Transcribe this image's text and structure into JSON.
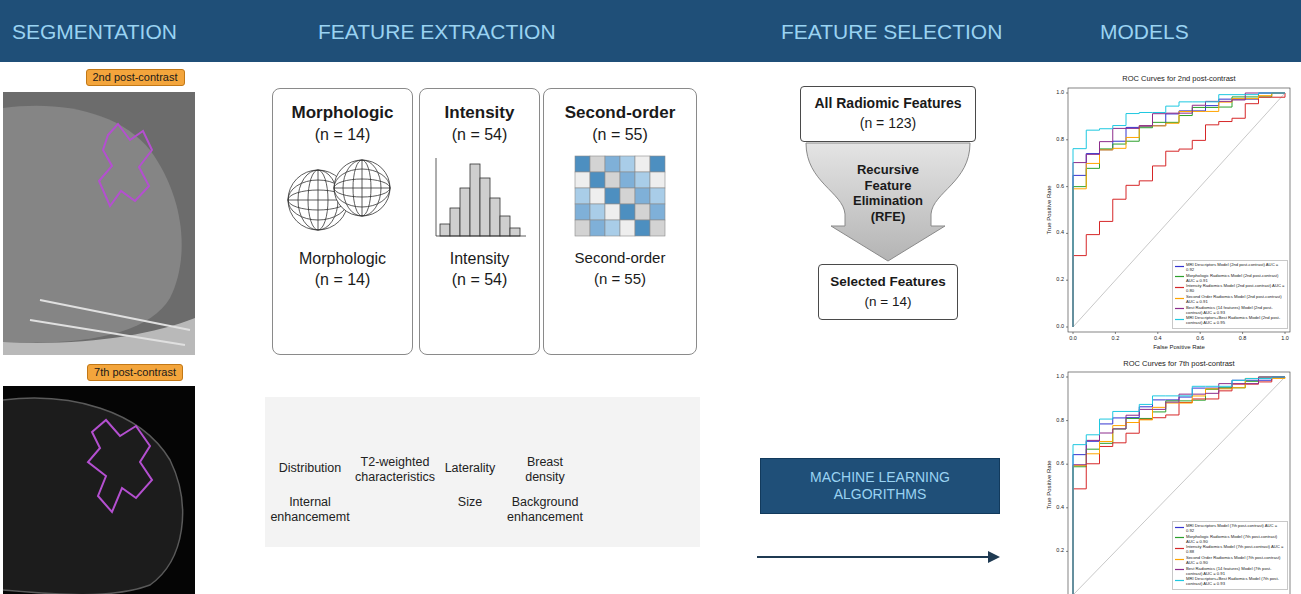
{
  "diagram": {
    "nodes": [
      {
        "text": [
          "SEGMENTATION",
          "FEATURE EXTRACTION",
          "FEATURE SELECTION",
          "MODELS"
        ]
      },
      {
        "text": [
          "2nd post-contrast"
        ]
      },
      {
        "text": [
          "7th post-contrast"
        ]
      },
      {
        "text": [
          "Morphologic",
          "(n = 14)",
          "Morphologic",
          "(n = 14)"
        ]
      },
      {
        "text": [
          "Intensity",
          "(n = 54)",
          "Intensity",
          "(n = 54)"
        ]
      },
      {
        "text": [
          "Second-order",
          "(n = 55)",
          "Second-order",
          "(n = 55)"
        ]
      },
      {
        "text": [
          "Distribution",
          "T2-weighted characteristics",
          "Laterality",
          "Breast density",
          "Internal enhancememt",
          "Size",
          "Background enhancement"
        ]
      },
      {
        "text": [
          "All Radiomic Features",
          "(n = 123)"
        ]
      },
      {
        "text": [
          "Recursive Feature Elimination (RFE)"
        ]
      },
      {
        "text": [
          "Selected Features",
          "(n = 14)"
        ]
      },
      {
        "text": [
          "MACHINE LEARNING ALGORITHMS"
        ]
      }
    ],
    "labels": [
      "ROC Curves for 2nd post-contrast",
      "True Positive Rate",
      "0.0",
      "0.2",
      "0.4",
      "0.6",
      "0.8",
      "1.0",
      "0.0",
      "0.2",
      "0.4",
      "0.6",
      "0.8",
      "1.0",
      "False Positive Rate",
      "ROC Curves for 7th post-contrast",
      "True Positive Rate",
      "0.2",
      "0.4",
      "0.6",
      "0.8",
      "1.0"
    ],
    "legend": [
      {
        "text": "MRI Descriptors Model (2nd post-contrast) AUC = 0.92"
      },
      {
        "text": "Morphologic Radiomics Model (2nd post-contrast) AUC = 0.91"
      },
      {
        "text": "Intensity Radiomics Model (2nd post-contrast) AUC = 0.80"
      },
      {
        "text": "Second Order Radiomics Model (2nd post-contrast) AUC = 0.91"
      },
      {
        "text": "Best Radiomics (14 features) Model (2nd post-contrast) AUC = 0.93"
      },
      {
        "text": "MRI Descriptors+Best Radiomics Model (2nd post-contrast) AUC = 0.95"
      },
      {
        "text": "MRI Descriptors Model (7th post-contrast) AUC = 0.92"
      },
      {
        "text": "Morphologic Radiomics Model (7th post-contrast) AUC = 0.90"
      },
      {
        "text": "Intensity Radiomics Model (7th post-contrast) AUC = 0.88"
      },
      {
        "text": "Second Order Radiomics Model (7th post-contrast) AUC = 0.90"
      },
      {
        "text": "Best Radiomics (14 features) Model (7th post-contrast) AUC = 0.91"
      },
      {
        "text": "MRI Descriptors+Best Radiomics Model (7th post-contrast) AUC = 0.93"
      }
    ]
  }
}
